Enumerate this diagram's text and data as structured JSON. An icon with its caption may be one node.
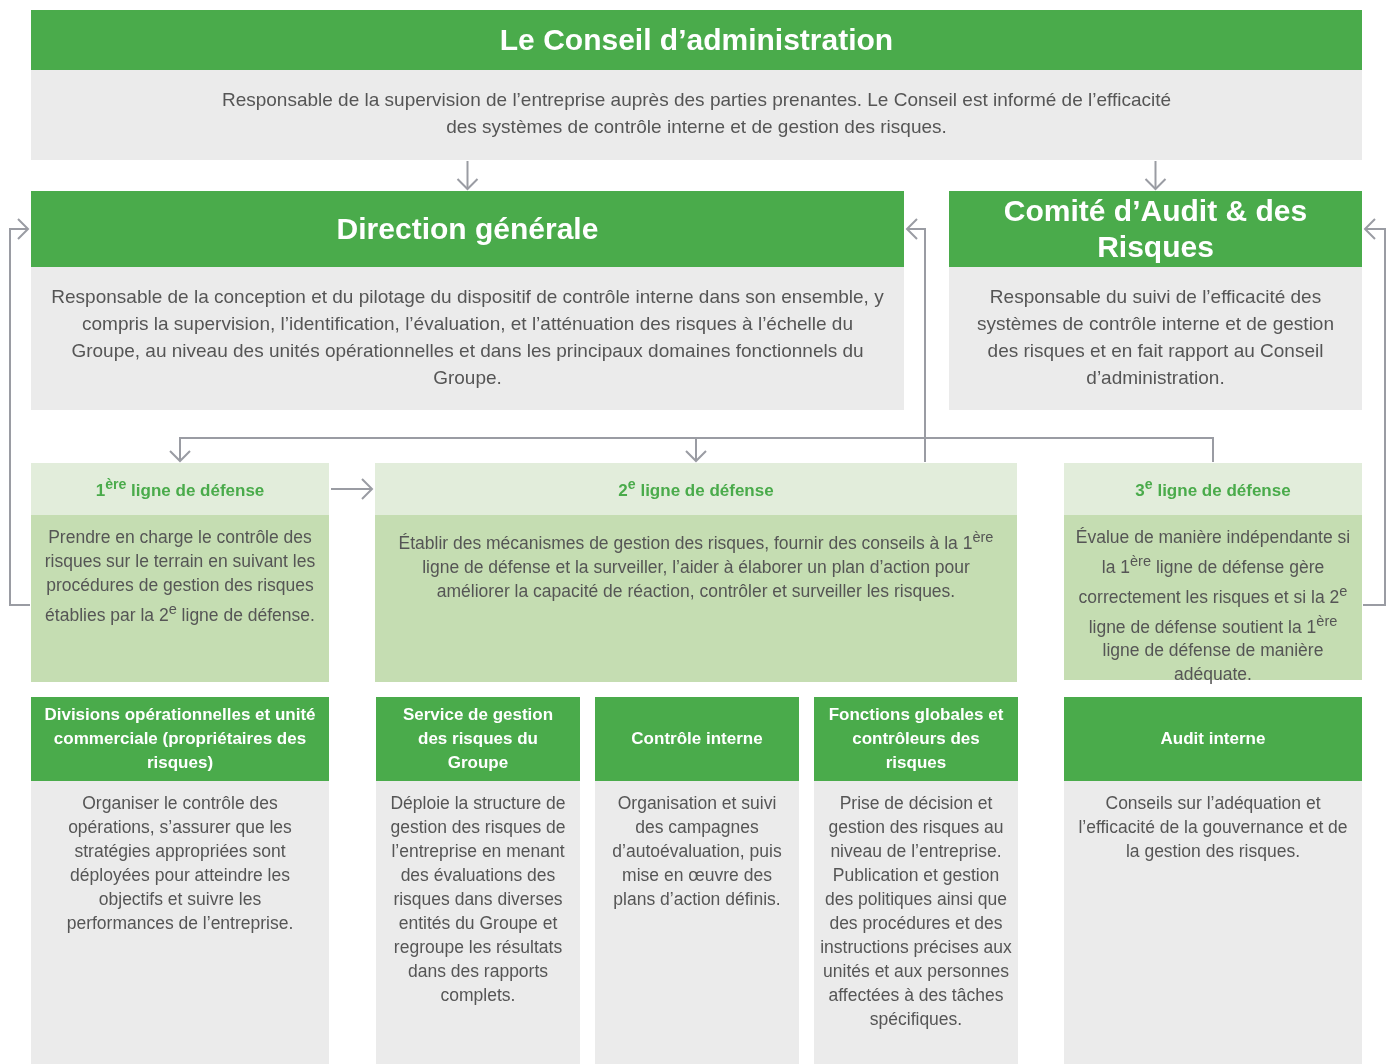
{
  "diagram": {
    "nodes": [
      {
        "text": [
          "Le Conseil d’administration",
          "Responsable de la supervision de l’entreprise auprès des parties prenantes. Le Conseil est informé de l’efficacité des systèmes de contrôle interne et de gestion des risques."
        ]
      },
      {
        "text": [
          "Direction générale",
          "Responsable de la conception et du pilotage du dispositif de contrôle interne dans son ensemble, y compris la supervision, l’identification, l’évaluation, et l’atténuation des risques à l’échelle du Groupe, au niveau des unités opérationnelles et dans les principaux domaines fonctionnels du Groupe."
        ]
      },
      {
        "text": [
          "Comité d’Audit & des Risques",
          "Responsable du suivi de l’efficacité des systèmes de contrôle interne et de gestion des risques et en fait rapport au Conseil d’administration."
        ]
      },
      {
        "text": [
          "1$^{ère}$ ligne de défense",
          "Prendre en charge le contrôle des risques sur le terrain en suivant les procédures de gestion des risques établies par la 2$^{e}$ ligne de défense."
        ]
      },
      {
        "text": [
          "2$^{e}$ ligne de défense",
          "Établir des mécanismes de gestion des risques, fournir des conseils à la 1$^{ère}$ ligne de défense et la surveiller, l’aider à élaborer un plan d’action pour améliorer la capacité de réaction, contrôler et surveiller les risques."
        ]
      },
      {
        "text": [
          "3$^{e}$ ligne de défense",
          "Évalue de manière indépendante si la 1$^{ère}$ ligne de défense gère correctement les risques et si la 2$^{e}$ ligne de défense soutient la 1$^{ère}$ ligne de défense de manière adéquate."
        ]
      },
      {
        "text": [
          "Divisions opérationnelles et unité commerciale (propriétaires des risques)",
          "Organiser le contrôle des opérations, s’assurer que les stratégies appropriées sont déployées pour atteindre les objectifs et suivre les performances de l’entreprise."
        ]
      },
      {
        "text": [
          "Service de gestion des risques du Groupe",
          "Déploie la structure de gestion des risques de l’entreprise en menant des évaluations des risques dans diverses entités du Groupe et regroupe les résultats dans des rapports complets."
        ]
      },
      {
        "text": [
          "Contrôle interne",
          "Organisation et suivi des campagnes d’autoévaluation, puis mise en œuvre des plans d’action définis."
        ]
      },
      {
        "text": [
          "Fonctions globales et contrôleurs des risques",
          "Prise de décision et gestion des risques au niveau de l’entreprise. Publication et gestion des politiques ainsi que des procédures et des instructions précises aux unités et aux personnes affectées à des tâches spécifiques."
        ]
      },
      {
        "text": [
          "Audit interne",
          "Conseils sur l’adéquation et l’efficacité de la gouvernance et de la gestion des risques."
        ]
      }
    ],
    "edges": [
      {
        "from": 0,
        "to": 1,
        "arrow": "to"
      },
      {
        "from": 0,
        "to": 2,
        "arrow": "to"
      },
      {
        "from": 5,
        "to": 3,
        "arrow": "to"
      },
      {
        "from": 5,
        "to": 4,
        "arrow": "to"
      },
      {
        "from": 3,
        "to": 4,
        "arrow": "to"
      },
      {
        "from": 3,
        "to": 1,
        "arrow": "to"
      },
      {
        "from": 5,
        "to": 2,
        "arrow": "to"
      },
      {
        "from": 4,
        "to": 1,
        "arrow": "to"
      }
    ]
  }
}
